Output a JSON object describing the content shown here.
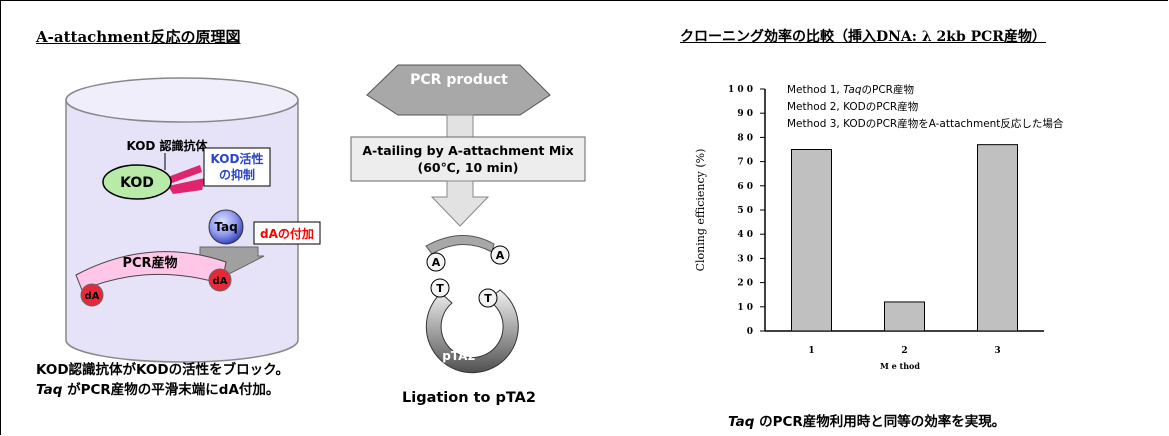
{
  "left_panel": {
    "title": "A-attachment反応の原理図",
    "antibody_label": "KOD 認識抗体",
    "kod_label": "KOD",
    "inhibition_label": "KOD活性\nの抑制",
    "taq_label": "Taq",
    "dA_addition_label": "dAの付加",
    "pcr_product_label": "PCR産物",
    "dA_end_label": "dA",
    "caption_line1": "KOD認識抗体がKODの活性をブロック。",
    "caption_line2_italic": "Taq",
    "caption_line2_rest": " がPCR産物の平滑末端にdA付加。"
  },
  "middle_panel": {
    "pcr_product_label": "PCR product",
    "step_label_line1": "A-tailing by A-attachment Mix",
    "step_label_line2": "(60℃, 10 min)",
    "a_label": "A",
    "t_label": "T",
    "vector_label": "pTA2",
    "ligation_label": "Ligation to pTA2"
  },
  "right_panel": {
    "title": "クローニング効率の比較（挿入DNA: λ 2kb PCR産物）",
    "caption_italic": "Taq",
    "caption_rest": " のPCR産物利用時と同等の効率を実現。"
  },
  "colors": {
    "cylinder_fill": "#e6e2f8",
    "kod_fill": "#b8eaa8",
    "antibody": "#e0246e",
    "taq_fill": "#4c5cd8",
    "pcr_arc": "#ffc6e8",
    "dA_dot": "#e82838",
    "dA_text": "#ff0000",
    "inhibit_text": "#2a44c8",
    "bar_fill": "#c0c0c0"
  },
  "chart_data": {
    "type": "bar",
    "categories": [
      "1",
      "2",
      "3"
    ],
    "values": [
      75,
      12,
      77
    ],
    "xlabel": "M e thod",
    "ylabel": "Cloning efficiency (%)",
    "ylim": [
      0,
      100
    ],
    "yticks": [
      "0",
      "1 0",
      "2 0",
      "3 0",
      "4 0",
      "5 0",
      "6 0",
      "7 0",
      "8 0",
      "9 0",
      "1 0 0"
    ],
    "grid": false,
    "legend_position": "top-left",
    "legend": [
      {
        "prefix": "Method 1, ",
        "italic": "Taq",
        "suffix": "のPCR産物"
      },
      {
        "prefix": "Method 2, KODのPCR産物",
        "italic": "",
        "suffix": ""
      },
      {
        "prefix": "Method 3, KODのPCR産物をA-attachment反応した場合",
        "italic": "",
        "suffix": ""
      }
    ]
  }
}
